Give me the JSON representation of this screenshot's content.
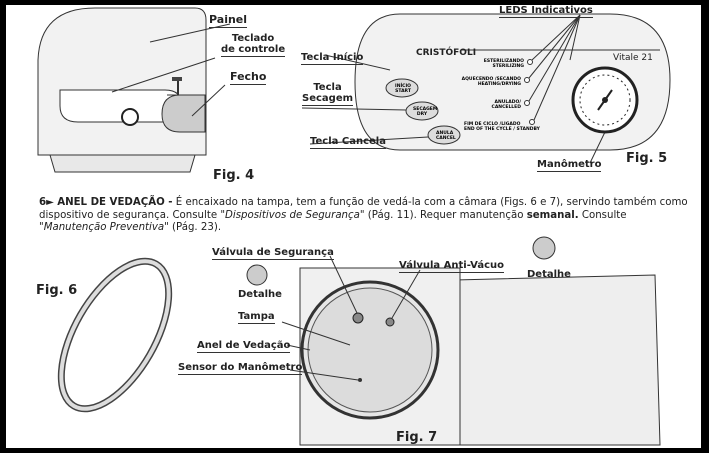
{
  "fig4": {
    "caption": "Fig. 4",
    "labels": {
      "painel": "Painel",
      "teclado_line1": "Teclado",
      "teclado_line2": "de controle",
      "fecho": "Fecho"
    }
  },
  "fig5": {
    "caption": "Fig. 5",
    "brand": "CRISTÓFOLI",
    "model": "Vitale 21",
    "labels": {
      "tecla_inicio": "Tecla Início",
      "tecla_secagem_line1": "Tecla",
      "tecla_secagem_line2": "Secagem",
      "tecla_cancela": "Tecla Cancela",
      "leds": "LEDS Indicativos",
      "manometro": "Manômetro"
    },
    "buttons": [
      {
        "l1": "INÍCIO",
        "l2": "START"
      },
      {
        "l1": "SECAGEM",
        "l2": "DRY"
      },
      {
        "l1": "ANULA",
        "l2": "CANCEL"
      }
    ],
    "leds": [
      {
        "l1": "ESTERILIZANDO",
        "l2": "STERILIZING"
      },
      {
        "l1": "AQUECENDO /SECANDO",
        "l2": "HEATING/DRYING"
      },
      {
        "l1": "ANULADO/",
        "l2": "CANCELLED"
      },
      {
        "l1": "FIM DE CICLO /LIGADO",
        "l2": "END OF THE CYCLE / STANDBY"
      }
    ]
  },
  "section6": {
    "number": "6►",
    "title": "ANEL DE VEDAÇÃO -",
    "text1": " É encaixado na tampa, tem a função de vedá-la com a câmara (Figs. 6 e 7), servindo também como dispositivo de segurança. Consulte \"",
    "ref1": "Dispositivos de Segurança",
    "text2": "\" (Pág. 11). Requer manutenção ",
    "bold2": "semanal.",
    "text3": " Consulte \"",
    "ref2": "Manutenção Preventiva",
    "text4": "\" (Pág. 23)."
  },
  "fig6": {
    "caption": "Fig. 6"
  },
  "fig7": {
    "caption": "Fig. 7",
    "labels": {
      "valvula_seg": "Válvula de Segurança",
      "detalhe1": "Detalhe",
      "valvula_anti": "Válvula Anti-Vácuo",
      "detalhe2": "Detalhe",
      "tampa": "Tampa",
      "anel": "Anel de Vedação",
      "sensor": "Sensor do Manômetro"
    }
  }
}
